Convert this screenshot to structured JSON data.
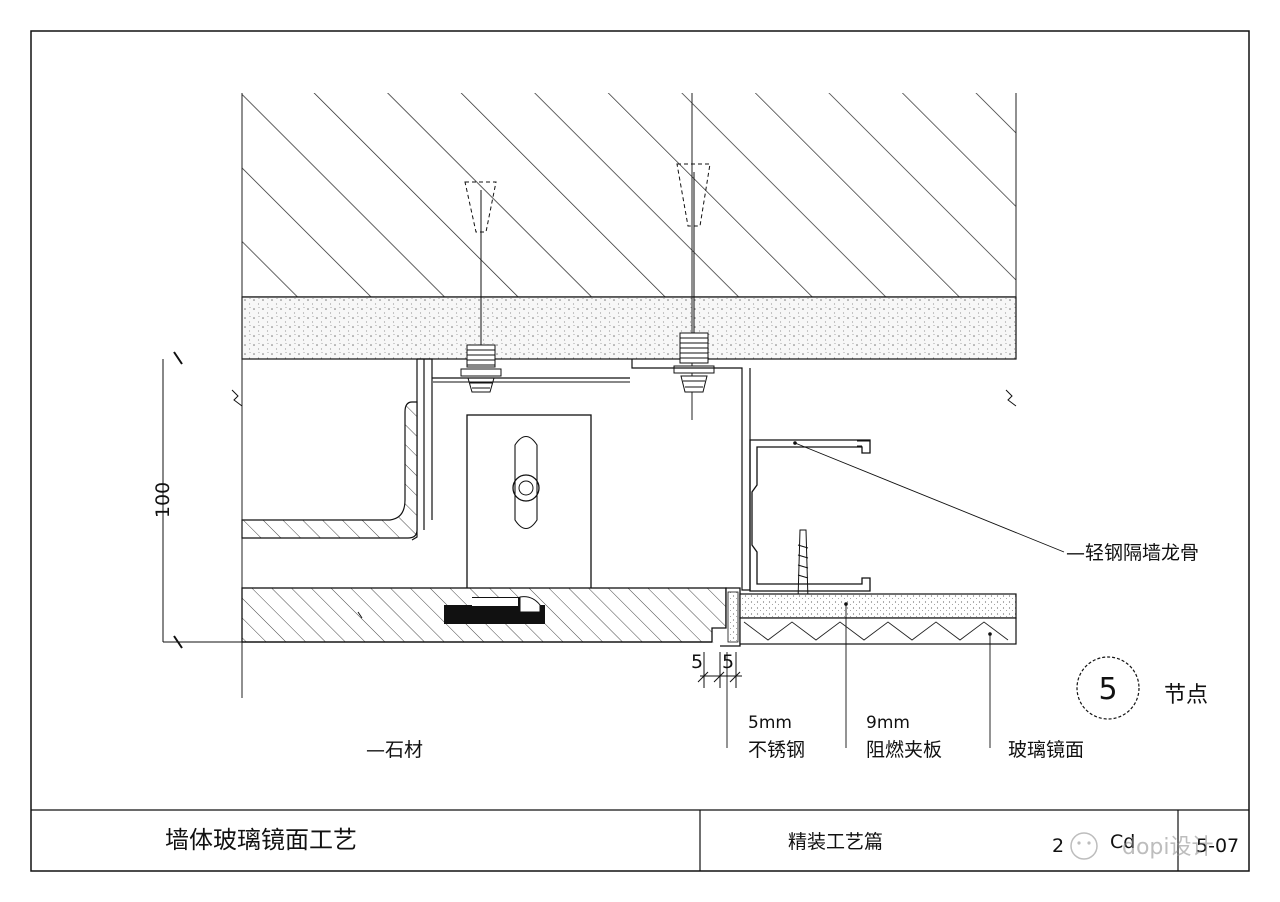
{
  "dimension": {
    "height_label": "100",
    "left_offset": "5",
    "right_offset": "5"
  },
  "callouts": {
    "stud": "—轻钢隔墙龙骨",
    "stone": "—石材",
    "steel_thickness": "5mm",
    "steel": "不锈钢",
    "board_thickness": "9mm",
    "board": "阻燃夹板",
    "mirror": "玻璃镜面"
  },
  "node": {
    "number": "5",
    "label": "节点"
  },
  "title_block": {
    "title": "墙体玻璃镜面工艺",
    "category": "精装工艺篇",
    "sheet_prefix": "2",
    "sheet_code": "Cd",
    "sheet_number": "5-07"
  },
  "watermark": {
    "text": "dopi设计"
  }
}
